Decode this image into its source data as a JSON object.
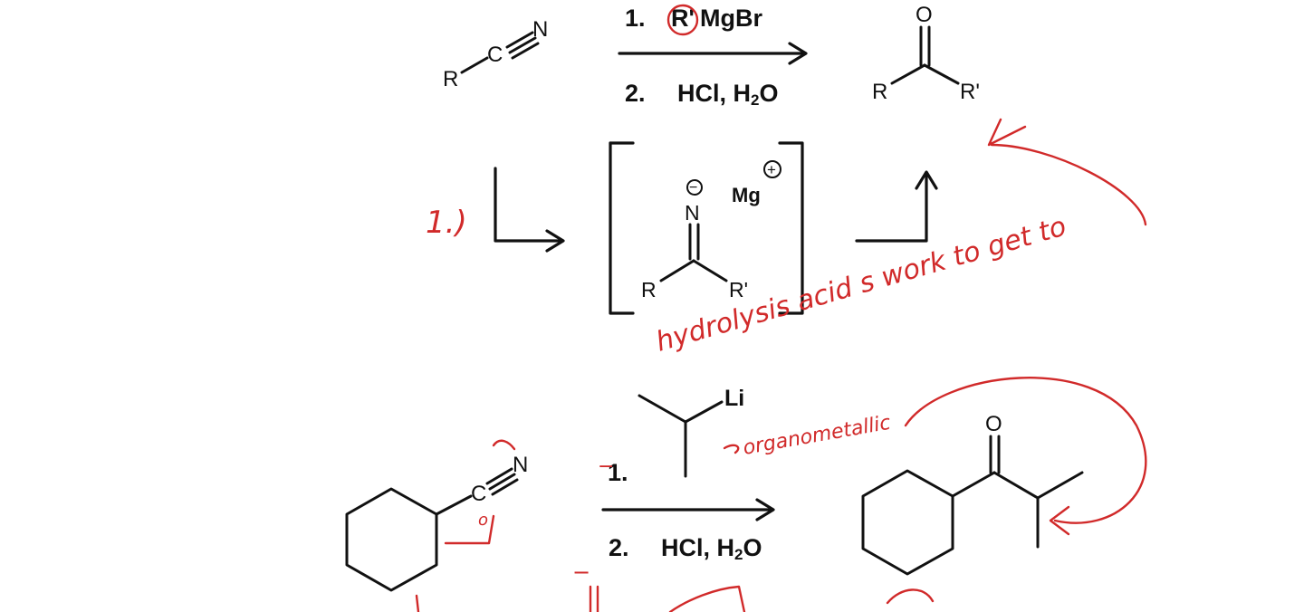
{
  "reaction1": {
    "reagent_step1": "1.",
    "reagent_R": "R'",
    "reagent_MgBr": "MgBr",
    "reagent_step2": "2.",
    "reagent_acid": "HCl, H",
    "reagent_sub": "2",
    "reagent_O": "O",
    "nitrile_R": "R",
    "nitrile_C": "C",
    "nitrile_N": "N",
    "ketone_O": "O",
    "ketone_R": "R",
    "ketone_R2": "R'"
  },
  "intermediate": {
    "minus": "−",
    "plus": "+",
    "N": "N",
    "Mg": "Mg",
    "R": "R",
    "R2": "R'"
  },
  "reaction2": {
    "step1": "1.",
    "Li": "Li",
    "step2": "2.",
    "acid": "HCl, H",
    "sub": "2",
    "O": "O",
    "nitrile_C": "C",
    "nitrile_N": "N",
    "ketone_O": "O"
  },
  "annotations": {
    "step_label": "1.)",
    "hydrolysis_note": "hydrolysis acid s work to get to",
    "organometallic_note": "organometallic",
    "minus_sign": "−",
    "charge_o": "o"
  },
  "colors": {
    "ink": "#111111",
    "annotation": "#d12a2a"
  }
}
